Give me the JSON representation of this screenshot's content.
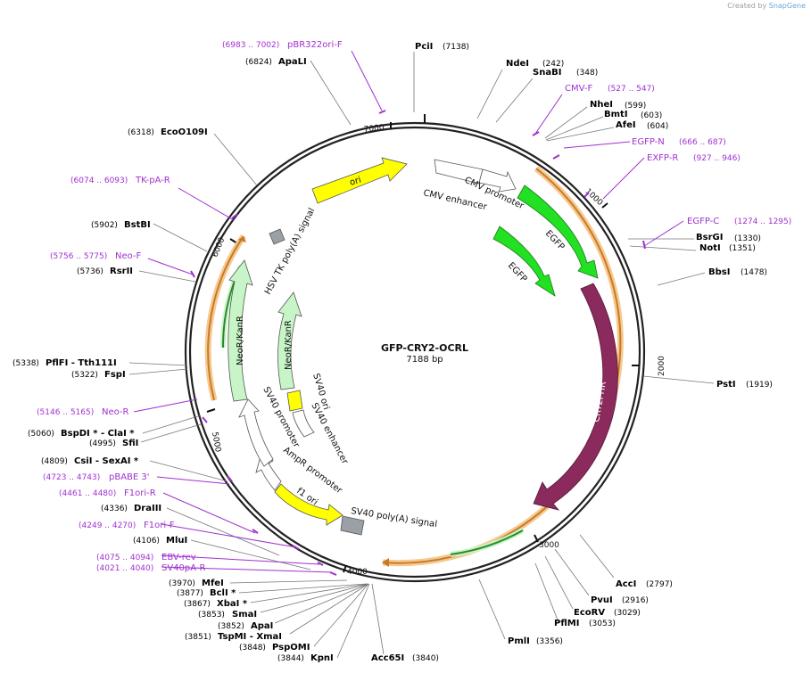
{
  "header": {
    "credit_prefix": "Created by",
    "credit_brand": "SnapGene"
  },
  "map": {
    "name": "GFP-CRY2-OCRL",
    "size_label": "7188 bp",
    "length": 7188,
    "ticks": [
      "1000",
      "2000",
      "3000",
      "4000",
      "5000",
      "6000",
      "7000"
    ]
  },
  "colors": {
    "backbone": "#222222",
    "enzyme_text": "#000000",
    "primer": "#a030d0",
    "gfp": "#22e022",
    "cry2": "#8b2a5c",
    "ori": "#ffff00",
    "neo": "#c8f5c8",
    "grey": "#9aa0a6",
    "orange": "#ef9a2a"
  },
  "enzymes": [
    {
      "name": "PciI",
      "pos": "(7138)"
    },
    {
      "name": "NdeI",
      "pos": "(242)"
    },
    {
      "name": "SnaBI",
      "pos": "(348)"
    },
    {
      "name": "NheI",
      "pos": "(599)"
    },
    {
      "name": "BmtI",
      "pos": "(603)"
    },
    {
      "name": "AfeI",
      "pos": "(604)"
    },
    {
      "name": "BsrGI",
      "pos": "(1330)"
    },
    {
      "name": "NotI",
      "pos": "(1351)"
    },
    {
      "name": "BbsI",
      "pos": "(1478)"
    },
    {
      "name": "PstI",
      "pos": "(1919)"
    },
    {
      "name": "AccI",
      "pos": "(2797)"
    },
    {
      "name": "PvuI",
      "pos": "(2916)"
    },
    {
      "name": "EcoRV",
      "pos": "(3029)"
    },
    {
      "name": "PflMI",
      "pos": "(3053)"
    },
    {
      "name": "PmlI",
      "pos": "(3356)"
    },
    {
      "name": "Acc65I",
      "pos": "(3840)"
    },
    {
      "name": "KpnI",
      "pos": "(3844)"
    },
    {
      "name": "PspOMI",
      "pos": "(3848)"
    },
    {
      "name": "TspMI  - XmaI",
      "pos": "(3851)"
    },
    {
      "name": "ApaI",
      "pos": "(3852)"
    },
    {
      "name": "SmaI",
      "pos": "(3853)"
    },
    {
      "name": "XbaI *",
      "pos": "(3867)"
    },
    {
      "name": "BclI *",
      "pos": "(3877)"
    },
    {
      "name": "MfeI",
      "pos": "(3970)"
    },
    {
      "name": "MluI",
      "pos": "(4106)"
    },
    {
      "name": "DraIII",
      "pos": "(4336)"
    },
    {
      "name": "CsiI  - SexAI *",
      "pos": "(4809)"
    },
    {
      "name": "SfiI",
      "pos": "(4995)"
    },
    {
      "name": "BspDI *  - ClaI *",
      "pos": "(5060)"
    },
    {
      "name": "FspI",
      "pos": "(5322)"
    },
    {
      "name": "PflFI  - Tth111I",
      "pos": "(5338)"
    },
    {
      "name": "RsrII",
      "pos": "(5736)"
    },
    {
      "name": "BstBI",
      "pos": "(5902)"
    },
    {
      "name": "EcoO109I",
      "pos": "(6318)"
    },
    {
      "name": "ApaLI",
      "pos": "(6824)"
    }
  ],
  "primers": [
    {
      "name": "pBR322ori-F",
      "pos": "(6983 .. 7002)"
    },
    {
      "name": "CMV-F",
      "pos": "(527 .. 547)"
    },
    {
      "name": "EGFP-N",
      "pos": "(666 .. 687)"
    },
    {
      "name": "EXFP-R",
      "pos": "(927 .. 946)"
    },
    {
      "name": "EGFP-C",
      "pos": "(1274 .. 1295)"
    },
    {
      "name": "TK-pA-R",
      "pos": "(6074 .. 6093)"
    },
    {
      "name": "Neo-F",
      "pos": "(5756 .. 5775)"
    },
    {
      "name": "Neo-R",
      "pos": "(5146 .. 5165)"
    },
    {
      "name": "pBABE 3'",
      "pos": "(4723 .. 4743)"
    },
    {
      "name": "F1ori-R",
      "pos": "(4461 .. 4480)"
    },
    {
      "name": "F1ori-F",
      "pos": "(4249 .. 4270)"
    },
    {
      "name": "EBV-rev",
      "pos": "(4075 .. 4094)"
    },
    {
      "name": "SV40pA-R",
      "pos": "(4021 .. 4040)"
    }
  ],
  "features": [
    {
      "name": "CMV enhancer"
    },
    {
      "name": "CMV promoter"
    },
    {
      "name": "EGFP"
    },
    {
      "name": "EGFP"
    },
    {
      "name": "CRY2PHR"
    },
    {
      "name": "SV40 poly(A) signal"
    },
    {
      "name": "f1 ori"
    },
    {
      "name": "AmpR promoter"
    },
    {
      "name": "SV40 promoter"
    },
    {
      "name": "SV40 enhancer"
    },
    {
      "name": "SV40 ori"
    },
    {
      "name": "NeoR/KanR"
    },
    {
      "name": "NeoR/KanR"
    },
    {
      "name": "HSV TK poly(A) signal"
    },
    {
      "name": "ori"
    }
  ]
}
